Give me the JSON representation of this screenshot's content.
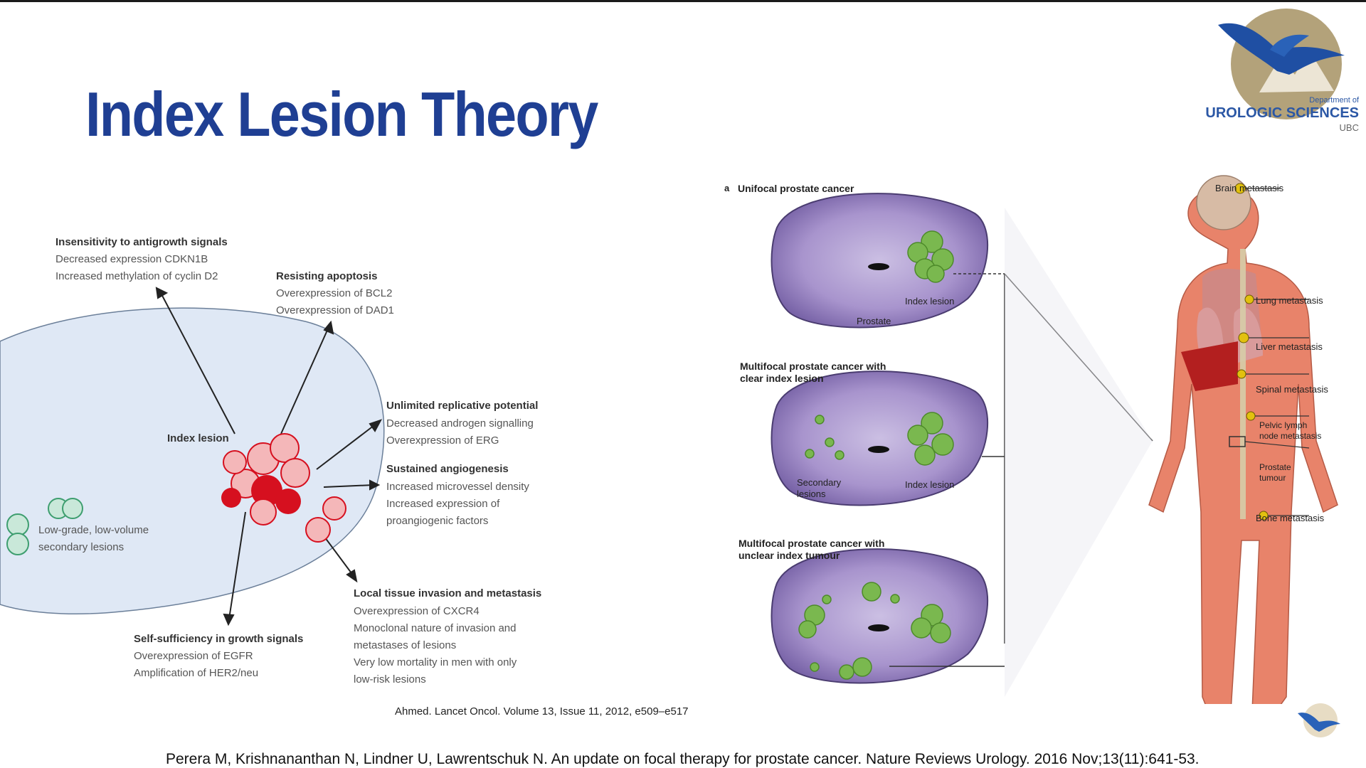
{
  "title": "Index Lesion Theory",
  "logo": {
    "dept": "Department of",
    "name": "UROLOGIC SCIENCES",
    "ubc": "UBC"
  },
  "cell": {
    "insensitivity": {
      "title": "Insensitivity to antigrowth signals",
      "lines": [
        "Decreased expression CDKN1B",
        "Increased methylation of cyclin D2"
      ]
    },
    "apoptosis": {
      "title": "Resisting apoptosis",
      "lines": [
        "Overexpression of BCL2",
        "Overexpression of DAD1"
      ]
    },
    "replicative": {
      "title": "Unlimited replicative potential",
      "lines": [
        "Decreased androgen signalling",
        "Overexpression of ERG"
      ]
    },
    "angiogenesis": {
      "title": "Sustained angiogenesis",
      "lines": [
        "Increased microvessel density",
        "Increased expression of",
        "proangiogenic factors"
      ]
    },
    "invasion": {
      "title": "Local tissue invasion and metastasis",
      "lines": [
        "Overexpression of CXCR4",
        "Monoclonal nature of invasion and",
        "metastases of lesions",
        "Very low mortality in men with only",
        "low-risk lesions"
      ]
    },
    "selfsufficiency": {
      "title": "Self-sufficiency in growth signals",
      "lines": [
        "Overexpression of EGFR",
        "Amplification of HER2/neu"
      ]
    },
    "index_lesion": "Index lesion",
    "lowgrade": [
      "Low-grade, low-volume",
      "secondary lesions"
    ]
  },
  "credit": "Ahmed. Lancet Oncol. Volume 13, Issue 11, 2012, e509–e517",
  "prostate": {
    "label_a": "a",
    "unifocal": "Unifocal prostate cancer",
    "index_lesion": "Index lesion",
    "prostate": "Prostate",
    "multifocal_clear": [
      "Multifocal prostate cancer with",
      "clear index lesion"
    ],
    "secondary": [
      "Secondary",
      "lesions"
    ],
    "multifocal_unclear": [
      "Multifocal prostate cancer with",
      "unclear index tumour"
    ]
  },
  "body": {
    "brain": "Brain metastasis",
    "lung": "Lung metastasis",
    "liver": "Liver metastasis",
    "spinal": "Spinal metastasis",
    "pelvic": [
      "Pelvic lymph",
      "node metastasis"
    ],
    "prostate_tumour": [
      "Prostate",
      "tumour"
    ],
    "bone": "Bone metastasis"
  },
  "footer": "Perera M, Krishnananthan N, Lindner U, Lawrentschuk N. An update on focal therapy for prostate cancer. Nature Reviews Urology. 2016 Nov;13(11):641-53.",
  "colors": {
    "title": "#1f3f93",
    "cell_fill": "#dfe8f5",
    "prostate_fill": "#9f8cc6",
    "lesion_green": "#7ab84f",
    "tumour_red": "#d6101f",
    "body_skin": "#e8836a"
  }
}
